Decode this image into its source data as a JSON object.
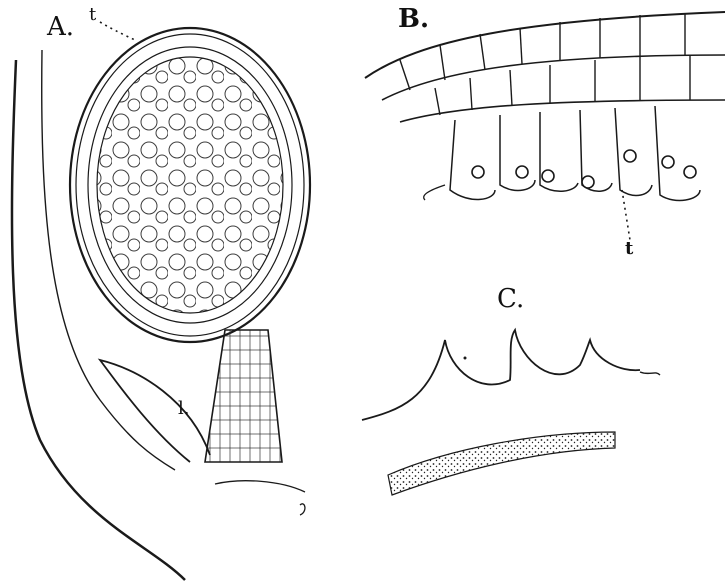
{
  "figure": {
    "panels": [
      {
        "id": "A",
        "label": "A."
      },
      {
        "id": "B",
        "label": "B."
      },
      {
        "id": "C",
        "label": "C."
      }
    ],
    "annotations": {
      "A_t": "t",
      "A_l": "l.",
      "B_t": "t"
    }
  }
}
